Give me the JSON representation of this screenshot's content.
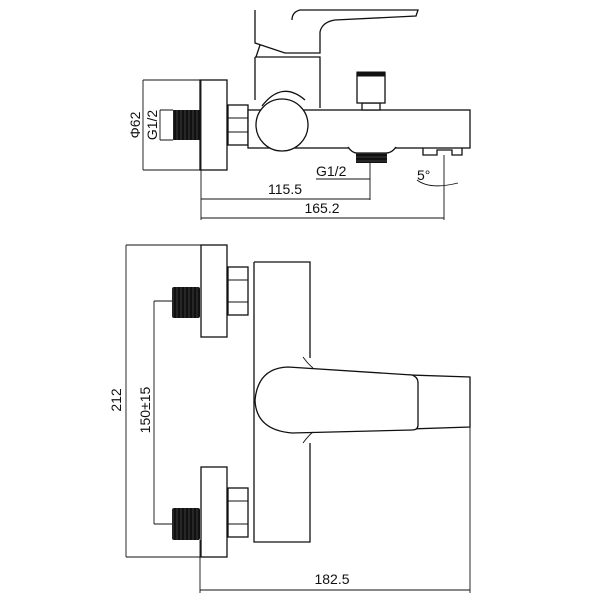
{
  "title": "Bath mixer tap technical drawing",
  "side_view": {
    "diameter_label": "Φ62",
    "inlet_thread_label": "G1/2",
    "outlet_thread_label": "G1/2",
    "dim_outlet": "115.5",
    "dim_spout": "165.2",
    "angle_label": "5°"
  },
  "top_view": {
    "dim_height": "212",
    "dim_centres": "150±15",
    "dim_depth": "182.5"
  }
}
